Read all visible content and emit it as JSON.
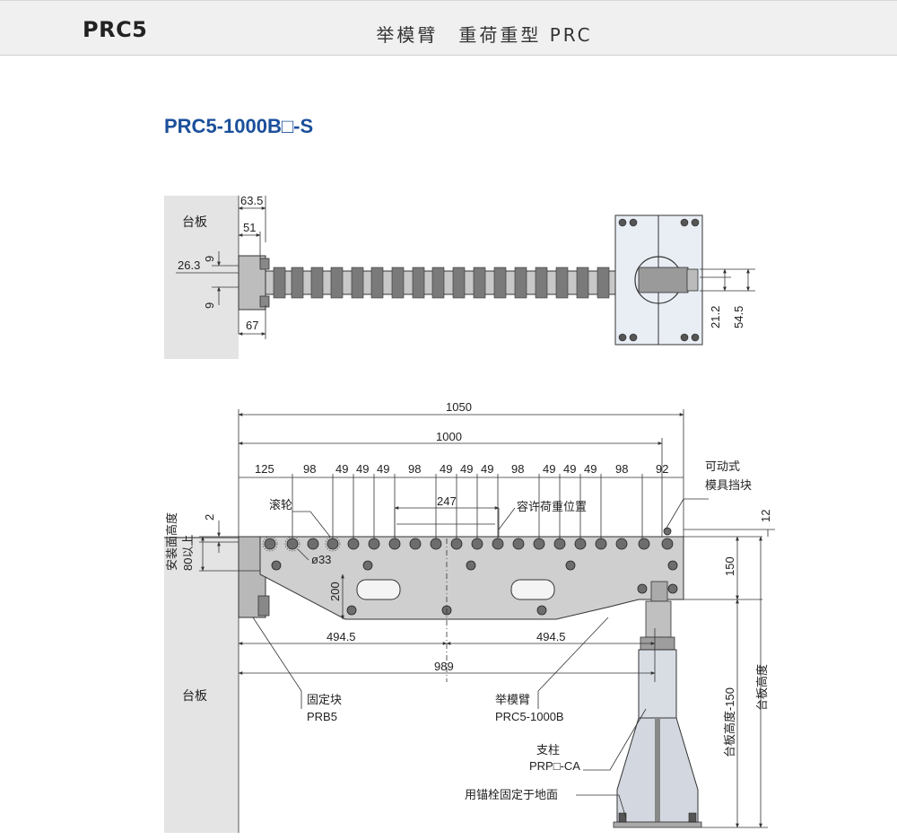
{
  "header": {
    "brand": "PRC5",
    "title": "举模臂　重荷重型 PRC"
  },
  "model": {
    "code": "PRC5-1000B□-S"
  },
  "top_view": {
    "label_plate": "台板",
    "d_63_5": "63.5",
    "d_51": "51",
    "d_26_3": "26.3",
    "d_9a": "9",
    "d_9b": "9",
    "d_67": "67",
    "d_21_2": "21.2",
    "d_54_5": "54.5"
  },
  "side_view": {
    "d_1050": "1050",
    "d_1000": "1000",
    "pitch": [
      "125",
      "98",
      "49",
      "49",
      "49",
      "98",
      "49",
      "49",
      "49",
      "98",
      "49",
      "49",
      "49",
      "98",
      "92"
    ],
    "d_247": "247",
    "d_2": "2",
    "d_12": "12",
    "d_150": "150",
    "d_200": "200",
    "d_494_5_a": "494.5",
    "d_494_5_b": "494.5",
    "d_989": "989",
    "d_33": "ø33",
    "lbl_roller": "滚轮",
    "lbl_allow": "容许荷重位置",
    "lbl_stopper_1": "可动式",
    "lbl_stopper_2": "模具挡块",
    "lbl_mount_1": "安装面高度",
    "lbl_mount_2": "80以上",
    "lbl_plate": "台板",
    "lbl_block_1": "固定块",
    "lbl_block_2": "PRB5",
    "lbl_arm_1": "举模臂",
    "lbl_arm_2": "PRC5-1000B",
    "lbl_post_1": "支柱",
    "lbl_post_2": "PRP□-CA",
    "lbl_anchor": "用锚栓固定于地面",
    "lbl_h150": "台板高度-150",
    "lbl_h": "台板高度"
  }
}
